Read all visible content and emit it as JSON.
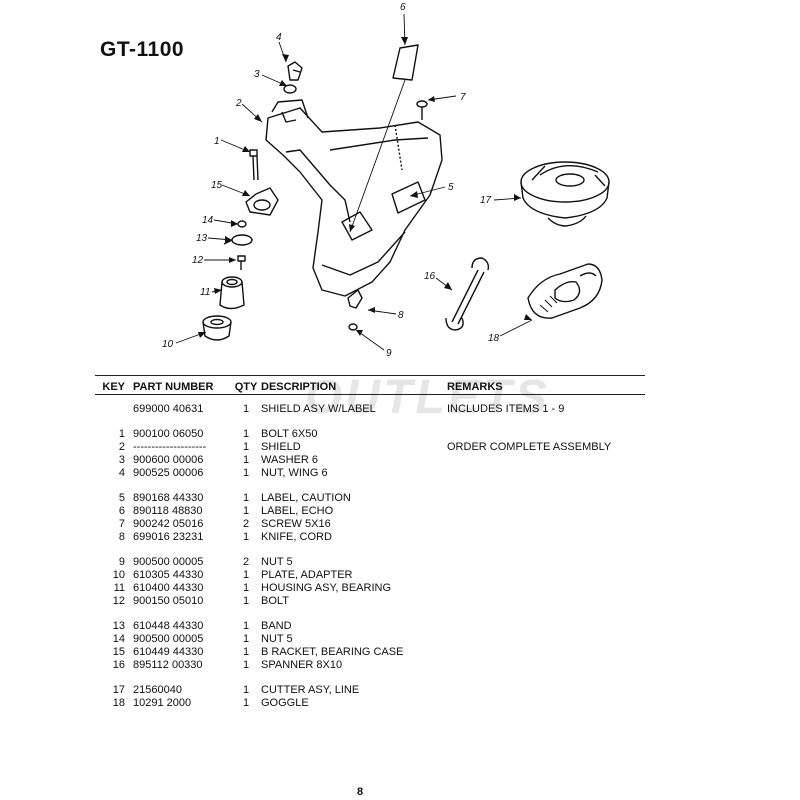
{
  "model": "GT-1100",
  "watermark": "OUTLETS",
  "callouts": {
    "c1": "1",
    "c2": "2",
    "c3": "3",
    "c4": "4",
    "c5": "5",
    "c6": "6",
    "c7": "7",
    "c8": "8",
    "c9": "9",
    "c10": "10",
    "c11": "11",
    "c12": "12",
    "c13": "13",
    "c14": "14",
    "c15": "15",
    "c16": "16",
    "c17": "17",
    "c18": "18"
  },
  "table": {
    "headers": {
      "key": "KEY",
      "part_number": "PART NUMBER",
      "qty": "QTY",
      "description": "DESCRIPTION",
      "remarks": "REMARKS"
    },
    "rows": [
      {
        "key": "",
        "part": "699000 40631",
        "qty": "1",
        "desc": "SHIELD ASY W/LABEL",
        "remarks": "INCLUDES ITEMS 1 - 9"
      },
      {
        "key": "1",
        "part": "900100 06050",
        "qty": "1",
        "desc": "BOLT 6X50",
        "remarks": ""
      },
      {
        "key": "2",
        "part": "--------------------",
        "qty": "1",
        "desc": "SHIELD",
        "remarks": "ORDER COMPLETE ASSEMBLY"
      },
      {
        "key": "3",
        "part": "900600 00006",
        "qty": "1",
        "desc": "WASHER 6",
        "remarks": ""
      },
      {
        "key": "4",
        "part": "900525 00006",
        "qty": "1",
        "desc": "NUT, WING 6",
        "remarks": ""
      },
      {
        "key": "5",
        "part": "890168 44330",
        "qty": "1",
        "desc": "LABEL, CAUTION",
        "remarks": ""
      },
      {
        "key": "6",
        "part": "890118 48830",
        "qty": "1",
        "desc": "LABEL, ECHO",
        "remarks": ""
      },
      {
        "key": "7",
        "part": "900242 05016",
        "qty": "2",
        "desc": "SCREW 5X16",
        "remarks": ""
      },
      {
        "key": "8",
        "part": "699016 23231",
        "qty": "1",
        "desc": "KNIFE, CORD",
        "remarks": ""
      },
      {
        "key": "9",
        "part": "900500 00005",
        "qty": "2",
        "desc": "NUT 5",
        "remarks": ""
      },
      {
        "key": "10",
        "part": "610305 44330",
        "qty": "1",
        "desc": "PLATE, ADAPTER",
        "remarks": ""
      },
      {
        "key": "11",
        "part": "610400 44330",
        "qty": "1",
        "desc": "HOUSING ASY, BEARING",
        "remarks": ""
      },
      {
        "key": "12",
        "part": "900150 05010",
        "qty": "1",
        "desc": "BOLT",
        "remarks": ""
      },
      {
        "key": "13",
        "part": "610448 44330",
        "qty": "1",
        "desc": "BAND",
        "remarks": ""
      },
      {
        "key": "14",
        "part": "900500 00005",
        "qty": "1",
        "desc": "NUT 5",
        "remarks": ""
      },
      {
        "key": "15",
        "part": "610449 44330",
        "qty": "1",
        "desc": "B RACKET, BEARING CASE",
        "remarks": ""
      },
      {
        "key": "16",
        "part": "895112 00330",
        "qty": "1",
        "desc": "SPANNER 8X10",
        "remarks": ""
      },
      {
        "key": "17",
        "part": "21560040",
        "qty": "1",
        "desc": "CUTTER ASY, LINE",
        "remarks": ""
      },
      {
        "key": "18",
        "part": "10291 2000",
        "qty": "1",
        "desc": "GOGGLE",
        "remarks": ""
      }
    ]
  },
  "page_number": "8"
}
